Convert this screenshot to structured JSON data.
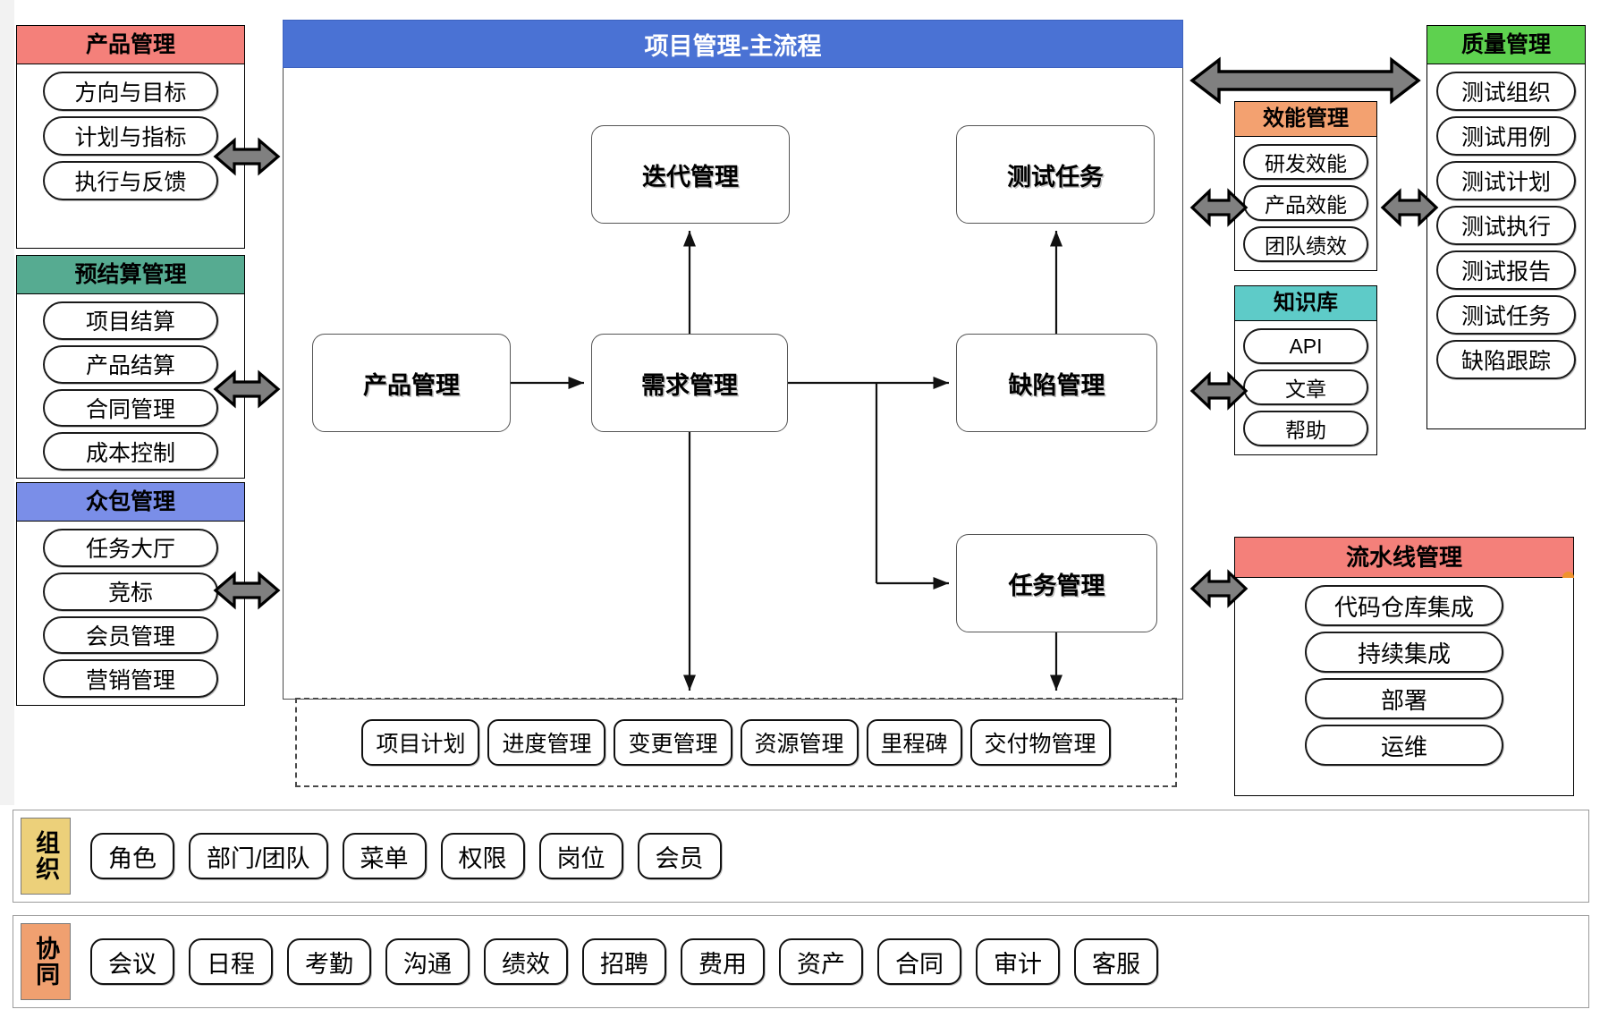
{
  "colors": {
    "product_header": "#f4807a",
    "budget_header": "#56ab91",
    "crowd_header": "#7a8ee8",
    "mainflow_header": "#4a72d4",
    "efficiency_header": "#f3a170",
    "knowledge_header": "#5ecbc8",
    "quality_header": "#5ed14f",
    "pipeline_header": "#f4807a",
    "org_tag": "#ecd07a",
    "collab_tag": "#f0a070",
    "arrow_fill": "#808080",
    "arrow_stroke": "#000000",
    "dot_marker": "#f0922b"
  },
  "left_column": [
    {
      "key": "product-management",
      "title": "产品管理",
      "items": [
        "方向与目标",
        "计划与指标",
        "执行与反馈"
      ]
    },
    {
      "key": "budget-settlement-management",
      "title": "预结算管理",
      "items": [
        "项目结算",
        "产品结算",
        "合同管理",
        "成本控制"
      ]
    },
    {
      "key": "crowdsourcing-management",
      "title": "众包管理",
      "items": [
        "任务大厅",
        "竞标",
        "会员管理",
        "营销管理"
      ]
    }
  ],
  "mainflow": {
    "title": "项目管理-主流程",
    "nodes": [
      {
        "key": "iteration-management",
        "label": "迭代管理"
      },
      {
        "key": "test-task",
        "label": "测试任务"
      },
      {
        "key": "product-management-node",
        "label": "产品管理"
      },
      {
        "key": "requirement-management",
        "label": "需求管理"
      },
      {
        "key": "defect-management",
        "label": "缺陷管理"
      },
      {
        "key": "task-management",
        "label": "任务管理"
      }
    ],
    "subprocess_items": [
      "项目计划",
      "进度管理",
      "变更管理",
      "资源管理",
      "里程碑",
      "交付物管理"
    ]
  },
  "right_column": [
    {
      "key": "efficiency-management",
      "title": "效能管理",
      "items": [
        "研发效能",
        "产品效能",
        "团队绩效"
      ]
    },
    {
      "key": "knowledge-base",
      "title": "知识库",
      "items": [
        "API",
        "文章",
        "帮助"
      ]
    }
  ],
  "quality": {
    "key": "quality-management",
    "title": "质量管理",
    "items": [
      "测试组织",
      "测试用例",
      "测试计划",
      "测试执行",
      "测试报告",
      "测试任务",
      "缺陷跟踪"
    ]
  },
  "pipeline": {
    "key": "pipeline-management",
    "title": "流水线管理",
    "items": [
      "代码仓库集成",
      "持续集成",
      "部署",
      "运维"
    ]
  },
  "bottom_rows": [
    {
      "key": "organization",
      "tag": "组织",
      "items": [
        "角色",
        "部门/团队",
        "菜单",
        "权限",
        "岗位",
        "会员"
      ]
    },
    {
      "key": "collaboration",
      "tag": "协同",
      "items": [
        "会议",
        "日程",
        "考勤",
        "沟通",
        "绩效",
        "招聘",
        "费用",
        "资产",
        "合同",
        "审计",
        "客服"
      ]
    }
  ]
}
